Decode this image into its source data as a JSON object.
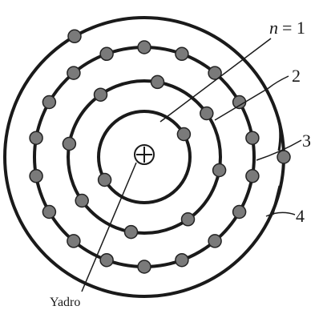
{
  "labels": {
    "n_prefix": "n",
    "n_eq": "= 1",
    "shell_2": "2",
    "shell_3": "3",
    "shell_4": "4",
    "nucleus": "Yadro",
    "nucleus_symbol": "⊕"
  },
  "shells": [
    {
      "n": 1,
      "electron_count": 2
    },
    {
      "n": 2,
      "electron_count": 8
    },
    {
      "n": 3,
      "electron_count": 18
    },
    {
      "n": 4,
      "electron_count": 2
    }
  ],
  "colors": {
    "line": "#1a1a1a",
    "electron_fill": "#7a7a7a",
    "electron_stroke": "#222222"
  }
}
